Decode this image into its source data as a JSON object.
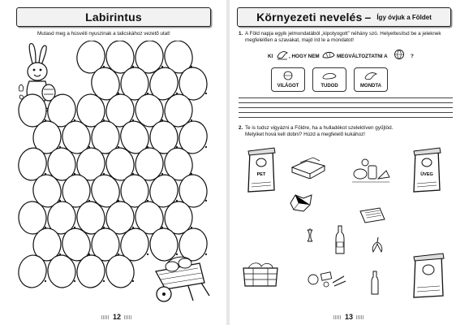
{
  "left_page": {
    "title": "Labirintus",
    "instruction": "Mutasd meg a húsvéti nyuszinak a talicskához vezető utat!",
    "page_number": "12"
  },
  "right_page": {
    "title": "Környezeti nevelés",
    "title_dash": "–",
    "subtitle": "Így óvjuk a Földet",
    "exercise1": {
      "number": "1.",
      "text_line1": "A Föld napja egyik jelmondatából „kipotyogott” néhány szó. Helyettesítsd be a jeleknek",
      "text_line2": "megfelelően a szavakat, majd írd le a mondatot!",
      "sentence_parts": [
        "KI",
        ", HOGY NEM",
        "MEGVÁLTOZTATNI A",
        "?"
      ],
      "word_boxes": [
        "VILÁGOT",
        "TUDOD",
        "MONDTA"
      ]
    },
    "exercise2": {
      "number": "2.",
      "text_line1": "Te is tudsz vigyázni a Földre, ha a hulladékot szelektíven gyűjtöd.",
      "text_line2": "Melyiket hová kell dobni? Húzd a megfelelő kukához!",
      "bin_labels": [
        "PET",
        "ÜVEG"
      ]
    },
    "page_number": "13"
  }
}
